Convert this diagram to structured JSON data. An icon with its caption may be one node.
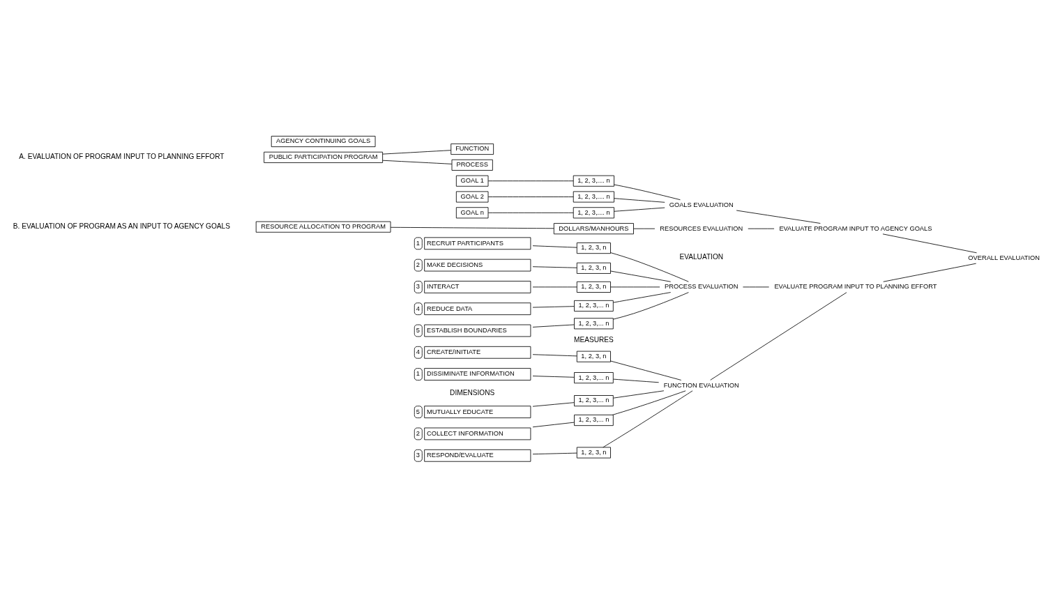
{
  "diagram": {
    "nodes": [
      {
        "text": [
          "PUBLIC PARTICIPATION PROGRAM"
        ]
      },
      {
        "text": [
          "FUNCTION"
        ]
      },
      {
        "text": [
          "DISSIMINATE INFORMATION"
        ],
        "beside": [
          "1"
        ]
      },
      {
        "text": [
          "1, 2, 3,... n"
        ]
      },
      {
        "text": [
          "COLLECT INFORMATION"
        ],
        "beside": [
          "2"
        ]
      },
      {
        "text": [
          "1, 2, 3,... n"
        ]
      },
      {
        "text": [
          "RESPOND/EVALUATE"
        ],
        "beside": [
          "3"
        ]
      },
      {
        "text": [
          "1, 2, 3, n"
        ]
      },
      {
        "text": [
          "CREATE/INITIATE"
        ],
        "beside": [
          "4"
        ]
      },
      {
        "text": [
          "1, 2, 3, n"
        ]
      },
      {
        "text": [
          "MUTUALLY EDUCATE"
        ],
        "beside": [
          "5"
        ]
      },
      {
        "text": [
          "1, 2, 3,... n"
        ]
      },
      {
        "text": [
          "FUNCTION EVALUATION"
        ]
      },
      {
        "text": [
          "EVALUATE PROGRAM INPUT TO PLANNING EFFORT"
        ]
      },
      {
        "text": [
          "PROCESS"
        ]
      },
      {
        "text": [
          "RECRUIT PARTICIPANTS"
        ],
        "beside": [
          "1"
        ]
      },
      {
        "text": [
          "1, 2, 3, n"
        ]
      },
      {
        "text": [
          "MAKE DECISIONS"
        ],
        "beside": [
          "2"
        ]
      },
      {
        "text": [
          "1, 2, 3, n"
        ]
      },
      {
        "text": [
          "INTERACT"
        ],
        "beside": [
          "3"
        ]
      },
      {
        "text": [
          "1, 2, 3, n"
        ]
      },
      {
        "text": [
          "REDUCE DATA"
        ],
        "beside": [
          "4"
        ]
      },
      {
        "text": [
          "1, 2, 3,... n"
        ]
      },
      {
        "text": [
          "ESTABLISH BOUNDARIES"
        ],
        "beside": [
          "5"
        ]
      },
      {
        "text": [
          "1, 2, 3,... n"
        ]
      },
      {
        "text": [
          "PROCESS EVALUATION"
        ]
      },
      {
        "text": [
          "OVERALL EVALUATION"
        ]
      },
      {
        "text": [
          "RESOURCE ALLOCATION TO PROGRAM"
        ]
      },
      {
        "text": [
          "DOLLARS/MANHOURS"
        ]
      },
      {
        "text": [
          "RESOURCES EVALUATION"
        ]
      },
      {
        "text": [
          "EVALUATE PROGRAM INPUT TO AGENCY GOALS"
        ]
      },
      {
        "text": [
          "AGENCY CONTINUING GOALS"
        ]
      },
      {
        "text": [
          "GOAL 1"
        ]
      },
      {
        "text": [
          "1, 2, 3,.... n"
        ]
      },
      {
        "text": [
          "GOAL 2"
        ]
      },
      {
        "text": [
          "1, 2, 3,.... n"
        ]
      },
      {
        "text": [
          "GOAL n"
        ]
      },
      {
        "text": [
          "1, 2, 3,.... n"
        ]
      },
      {
        "text": [
          "GOALS EVALUATION"
        ]
      }
    ],
    "edges": [
      {
        "from": 0,
        "to": 1,
        "arrow": "none"
      },
      {
        "from": 0,
        "to": 14,
        "arrow": "none"
      },
      {
        "from": 2,
        "to": 3,
        "arrow": "none"
      },
      {
        "from": 4,
        "to": 5,
        "arrow": "none"
      },
      {
        "from": 6,
        "to": 7,
        "arrow": "none"
      },
      {
        "from": 8,
        "to": 9,
        "arrow": "none"
      },
      {
        "from": 10,
        "to": 11,
        "arrow": "none"
      },
      {
        "from": 3,
        "to": 12,
        "arrow": "none"
      },
      {
        "from": 5,
        "to": 12,
        "arrow": "none"
      },
      {
        "from": 7,
        "to": 12,
        "arrow": "none"
      },
      {
        "from": 9,
        "to": 12,
        "arrow": "none"
      },
      {
        "from": 11,
        "to": 12,
        "arrow": "none"
      },
      {
        "from": 15,
        "to": 16,
        "arrow": "none"
      },
      {
        "from": 17,
        "to": 18,
        "arrow": "none"
      },
      {
        "from": 19,
        "to": 20,
        "arrow": "none"
      },
      {
        "from": 21,
        "to": 22,
        "arrow": "none"
      },
      {
        "from": 23,
        "to": 24,
        "arrow": "none"
      },
      {
        "from": 16,
        "to": 25,
        "arrow": "none"
      },
      {
        "from": 18,
        "to": 25,
        "arrow": "none"
      },
      {
        "from": 20,
        "to": 25,
        "arrow": "none"
      },
      {
        "from": 22,
        "to": 25,
        "arrow": "none"
      },
      {
        "from": 24,
        "to": 25,
        "arrow": "none"
      },
      {
        "from": 12,
        "to": 13,
        "arrow": "none"
      },
      {
        "from": 25,
        "to": 13,
        "arrow": "none"
      },
      {
        "from": 13,
        "to": 26,
        "arrow": "none"
      },
      {
        "from": 27,
        "to": 28,
        "arrow": "none"
      },
      {
        "from": 28,
        "to": 29,
        "arrow": "none"
      },
      {
        "from": 32,
        "to": 33,
        "arrow": "none"
      },
      {
        "from": 34,
        "to": 35,
        "arrow": "none"
      },
      {
        "from": 36,
        "to": 37,
        "arrow": "none"
      },
      {
        "from": 33,
        "to": 38,
        "arrow": "none"
      },
      {
        "from": 35,
        "to": 38,
        "arrow": "none"
      },
      {
        "from": 37,
        "to": 38,
        "arrow": "none"
      },
      {
        "from": 29,
        "to": 30,
        "arrow": "none"
      },
      {
        "from": 38,
        "to": 30,
        "arrow": "none"
      },
      {
        "from": 30,
        "to": 26,
        "arrow": "none"
      }
    ],
    "labels": [
      "DIMENSIONS",
      "MEASURES",
      "EVALUATION",
      "A. EVALUATION OF PROGRAM INPUT TO PLANNING EFFORT",
      "B. EVALUATION OF PROGRAM AS AN INPUT TO AGENCY GOALS"
    ]
  }
}
